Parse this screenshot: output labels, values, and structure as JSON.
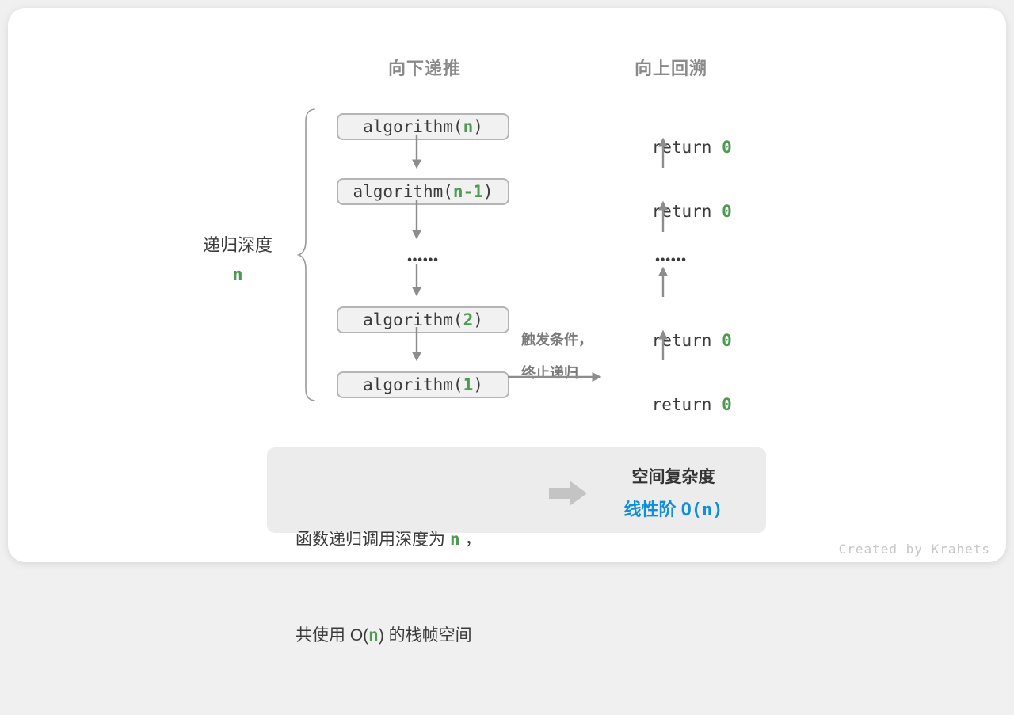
{
  "colors": {
    "green": "#4d9a51",
    "blue": "#0f8edb",
    "heading_gray": "#8a8a8a",
    "text_dark": "#3b3b3b",
    "trigger_gray": "#7b7b7b",
    "arrow_gray": "#8d8d8d",
    "box_fill": "#f1f1f1",
    "box_border": "#b5b5b5",
    "summary_bg": "#ececec",
    "big_arrow": "#c4c4c4",
    "watermark_gray": "#c7c7c7",
    "brace_gray": "#9a9a9a"
  },
  "headers": {
    "down": "向下递推",
    "up": "向上回溯"
  },
  "depth_label": {
    "text": "递归深度",
    "var": "n"
  },
  "stack_boxes": [
    {
      "pre": "algorithm(",
      "arg": "n",
      "post": ")"
    },
    {
      "pre": "algorithm(",
      "arg": "n-1",
      "post": ")"
    },
    {
      "pre": "algorithm(",
      "arg": "2",
      "post": ")"
    },
    {
      "pre": "algorithm(",
      "arg": "1",
      "post": ")"
    }
  ],
  "returns": [
    {
      "pre": "return ",
      "val": "0"
    },
    {
      "pre": "return ",
      "val": "0"
    },
    {
      "pre": "return ",
      "val": "0"
    },
    {
      "pre": "return ",
      "val": "0"
    }
  ],
  "ellipsis": "••••••",
  "trigger": {
    "line1": "触发条件，",
    "line2": "终止递归"
  },
  "summary": {
    "line1_pre": "函数递归调用深度为",
    "line1_var": "n",
    "line1_post": "，",
    "line2_pre": "共使用 ",
    "line2_expr_open": "O(",
    "line2_var": "n",
    "line2_expr_close": ")",
    "line2_post": " 的栈帧空间",
    "result_title": "空间复杂度",
    "result_label": "线性阶 ",
    "result_expr": "O(n)"
  },
  "watermark": "Created by Krahets"
}
